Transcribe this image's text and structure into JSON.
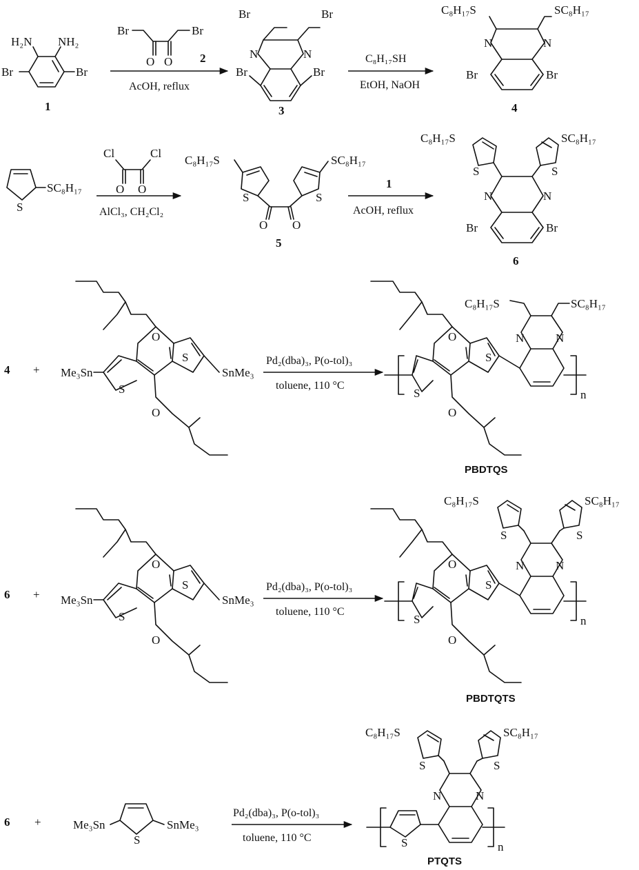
{
  "atoms": {
    "br": "Br",
    "n": "N",
    "s": "S",
    "o": "O",
    "cl": "Cl",
    "nh2": "NH₂",
    "h2n": "H₂N",
    "sc8": "SC₈H₁₇",
    "c8s": "C₈H₁₇S",
    "snme3": "SnMe₃",
    "me3sn": "Me₃Sn",
    "n_sub": "n"
  },
  "compounds": {
    "c1": "1",
    "c2": "2",
    "c3": "3",
    "c4": "4",
    "c5": "5",
    "c6": "6"
  },
  "reactions": {
    "r1": {
      "top": "",
      "bottom": "AcOH, reflux"
    },
    "r2": {
      "top": "C₈H₁₇SH",
      "bottom": "EtOH, NaOH"
    },
    "r3": {
      "top": "",
      "bottom": "AlCl₃, CH₂Cl₂"
    },
    "r4": {
      "top": "1",
      "bottom": "AcOH, reflux"
    },
    "r5": {
      "top": "Pd₂(dba)₃, P(o-tol)₃",
      "bottom": "toluene, 110 °C"
    },
    "r6": {
      "top": "Pd₂(dba)₃, P(o-tol)₃",
      "bottom": "toluene, 110 °C"
    },
    "r7": {
      "top": "Pd₂(dba)₃, P(o-tol)₃",
      "bottom": "toluene, 110 °C"
    }
  },
  "operators": {
    "plus": "+"
  },
  "polymers": {
    "p1": "PBDTQS",
    "p2": "PBDTQTS",
    "p3": "PTQTS"
  }
}
